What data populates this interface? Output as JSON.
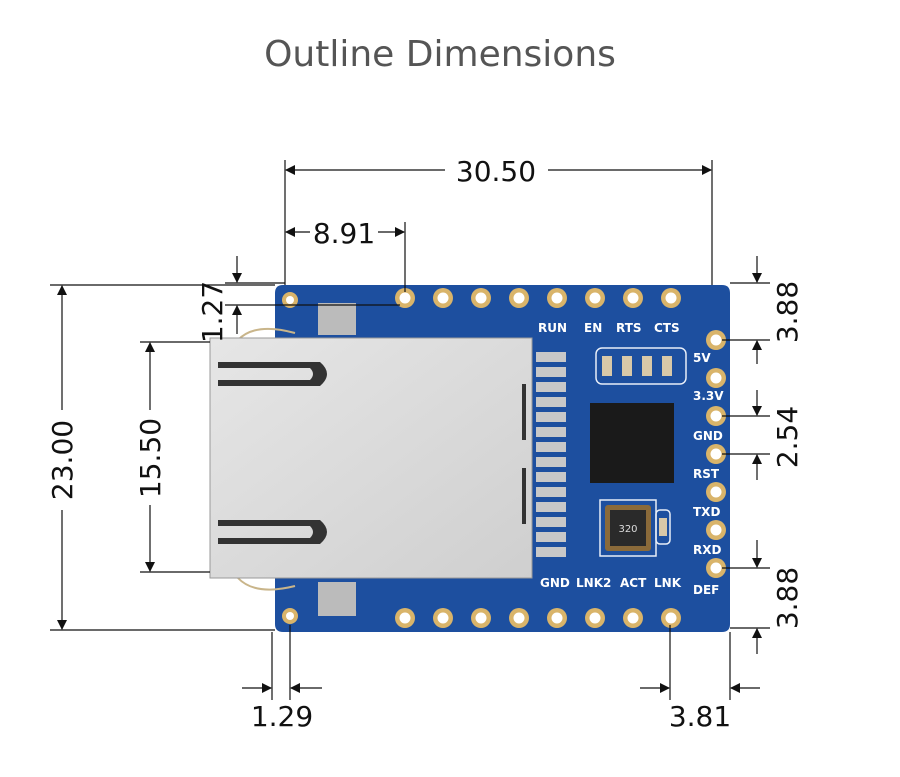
{
  "title": "Outline Dimensions",
  "dimensions": {
    "overall_width": "30.50",
    "pin1_offset": "8.91",
    "top_edge_offset": "1.27",
    "overall_height": "23.00",
    "jack_height": "15.50",
    "right_top_offset": "3.88",
    "pin_pitch": "2.54",
    "right_bottom_offset": "3.88",
    "left_hole_offset": "1.29",
    "right_hole_offset": "3.81"
  },
  "board_labels": {
    "top": [
      "RUN",
      "EN",
      "RTS",
      "CTS"
    ],
    "right": [
      "5V",
      "3.3V",
      "GND",
      "RST",
      "TXD",
      "RXD",
      "DEF"
    ],
    "bottom": [
      "GND",
      "LNK2",
      "ACT",
      "LNK"
    ],
    "crystal": "320"
  },
  "colors": {
    "board": "#1d4f9f",
    "pad": "#d9b46a",
    "metal": "#dcdcdc"
  }
}
